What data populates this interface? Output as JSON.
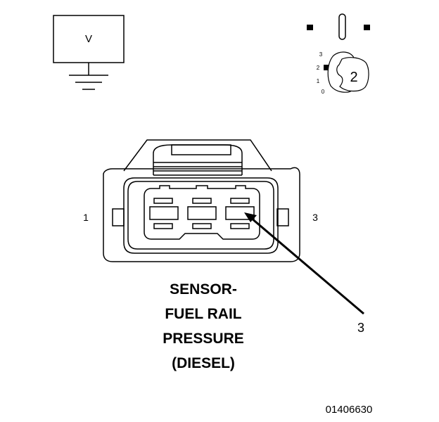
{
  "meter": {
    "mode_symbol": "V"
  },
  "selector": {
    "positions": [
      "3",
      "2",
      "1",
      "0"
    ],
    "selected": "2"
  },
  "connector": {
    "pin_left": "1",
    "pin_right": "3",
    "callout_label": "3"
  },
  "title_lines": [
    "SENSOR-",
    "FUEL RAIL",
    "PRESSURE",
    "(DIESEL)"
  ],
  "figure_id": "01406630"
}
